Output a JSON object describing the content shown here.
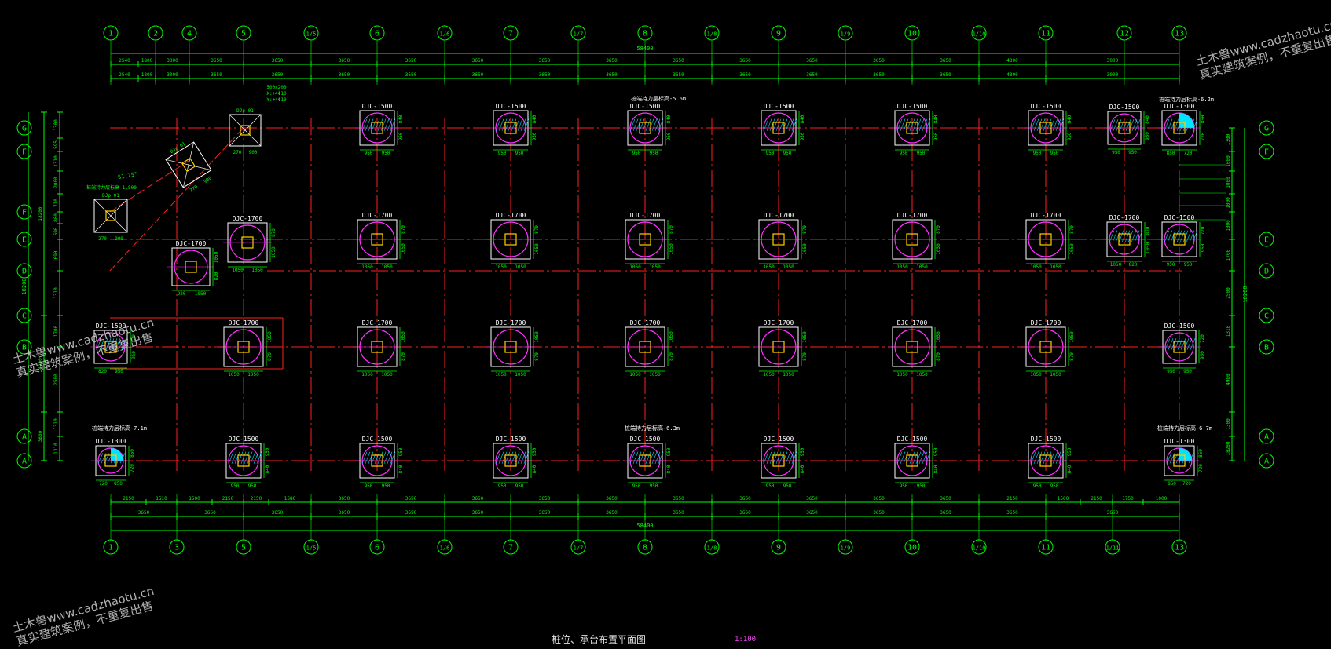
{
  "drawing": {
    "title": "桩位、承台布置平面图",
    "scale": "1:100",
    "total_width_label": "58400",
    "total_depth_label": "18200",
    "colors": {
      "grid": "#ff2020",
      "dim": "#00ff00",
      "pile": "#ff30ff",
      "cap": "#ffffff",
      "column": "#ffd000",
      "hatch": "#00e5ff",
      "text": "#ffffff"
    }
  },
  "watermarks": {
    "line1": "土木兽www.cadzhaotu.cn",
    "line2": "真实建筑案例，不重复出售"
  },
  "axes": {
    "top": [
      "1",
      "2",
      "4",
      "5",
      "1/5",
      "6",
      "1/6",
      "7",
      "1/7",
      "8",
      "1/8",
      "9",
      "1/9",
      "10",
      "1/10",
      "11",
      "12",
      "13"
    ],
    "bottom": [
      "1",
      "3",
      "5",
      "1/5",
      "6",
      "1/6",
      "7",
      "1/7",
      "8",
      "1/8",
      "9",
      "1/9",
      "10",
      "1/10",
      "11",
      "1/11",
      "13"
    ],
    "left_rows": [
      "G",
      "F",
      "F",
      "E",
      "D",
      "C",
      "B",
      "A",
      "A"
    ],
    "right_rows": [
      "G",
      "F",
      "E",
      "D",
      "C",
      "B",
      "A",
      "A"
    ]
  },
  "dims": {
    "top_row1": [
      "2540",
      "1800",
      "3000",
      "3650",
      "3650",
      "3650",
      "3650",
      "3650",
      "3650",
      "3650",
      "3650",
      "3650",
      "3650",
      "3650",
      "3650",
      "4300",
      "3000"
    ],
    "top_row2": [
      "2540",
      "1800",
      "3000",
      "3650",
      "3650",
      "3650",
      "3650",
      "3650",
      "3650",
      "3650",
      "3650",
      "3650",
      "3650",
      "3650",
      "3650",
      "4300",
      "3000"
    ],
    "bottom_row1": [
      "2150",
      "1510",
      "1500",
      "2150",
      "2150",
      "1580",
      "3650",
      "3650",
      "3650",
      "3650",
      "3650",
      "3650",
      "3650",
      "3650",
      "3650",
      "3650",
      "2150",
      "1500",
      "2150",
      "1750",
      "1000"
    ],
    "bottom_row2": [
      "3650",
      "3650",
      "3650",
      "3650",
      "3650",
      "3650",
      "3650",
      "3650",
      "3650",
      "3650",
      "3650",
      "3650",
      "3650",
      "3650",
      "3650"
    ],
    "left_col1": [
      "1300",
      "595",
      "1310",
      "2000",
      "710",
      "800",
      "690",
      "690",
      "1310",
      "1700",
      "2500",
      "1310",
      "1310",
      "1300"
    ],
    "left_col2": [
      "18200",
      "4900",
      "3800"
    ],
    "right_col": [
      "1300",
      "1000",
      "1000",
      "1000",
      "1000",
      "1700",
      "2500",
      "1310",
      "4900",
      "1300",
      "18200"
    ]
  },
  "caps": {
    "row_g": [
      {
        "label": "DJC-1500",
        "d1": "950",
        "d2": "950",
        "s1": "840",
        "s2": "950"
      },
      {
        "label": "DJC-1500",
        "d1": "950",
        "d2": "950",
        "s1": "840",
        "s2": "950"
      },
      {
        "label": "DJC-1500",
        "d1": "950",
        "d2": "950",
        "s1": "840",
        "s2": "950"
      },
      {
        "label": "DJC-1500",
        "d1": "950",
        "d2": "950",
        "s1": "840",
        "s2": "950"
      },
      {
        "label": "DJC-1500",
        "d1": "950",
        "d2": "950",
        "s1": "840",
        "s2": "950"
      },
      {
        "label": "DJC-1500",
        "d1": "950",
        "d2": "950",
        "s1": "840",
        "s2": "950"
      },
      {
        "label": "DJC-1500",
        "d1": "950",
        "d2": "950",
        "s1": "840",
        "s2": "950"
      },
      {
        "label": "DJC-1300",
        "d1": "850",
        "d2": "720",
        "s1": "850",
        "s2": "720"
      }
    ],
    "row_e": [
      {
        "label": "DJC-1700",
        "d1": "1050",
        "d2": "1050",
        "s1": "870",
        "s2": "1050"
      },
      {
        "label": "DJC-1700",
        "d1": "1050",
        "d2": "1050",
        "s1": "870",
        "s2": "1050"
      },
      {
        "label": "DJC-1700",
        "d1": "1050",
        "d2": "1050",
        "s1": "870",
        "s2": "1050"
      },
      {
        "label": "DJC-1700",
        "d1": "1050",
        "d2": "1050",
        "s1": "870",
        "s2": "1050"
      },
      {
        "label": "DJC-1700",
        "d1": "1050",
        "d2": "1050",
        "s1": "870",
        "s2": "1050"
      },
      {
        "label": "DJC-1700",
        "d1": "1050",
        "d2": "1050",
        "s1": "870",
        "s2": "1050"
      },
      {
        "label": "DJC-1700",
        "d1": "1050",
        "d2": "820",
        "s1": "870",
        "s2": "1050"
      },
      {
        "label": "DJC-1500",
        "d1": "950",
        "d2": "950",
        "s1": "720",
        "s2": "950"
      },
      {
        "label": "DJC-1500",
        "d1": "950",
        "d2": "820",
        "s1": "720",
        "s2": "950"
      }
    ],
    "row_b": [
      {
        "label": "DJC-1500",
        "d1": "820",
        "d2": "950",
        "s1": "720",
        "s2": "950"
      },
      {
        "label": "DJC-1700",
        "d1": "1050",
        "d2": "1050",
        "s1": "1050",
        "s2": "870"
      },
      {
        "label": "DJC-1700",
        "d1": "1050",
        "d2": "1050",
        "s1": "1050",
        "s2": "870"
      },
      {
        "label": "DJC-1700",
        "d1": "1050",
        "d2": "1050",
        "s1": "1050",
        "s2": "870"
      },
      {
        "label": "DJC-1700",
        "d1": "1050",
        "d2": "1050",
        "s1": "1050",
        "s2": "870"
      },
      {
        "label": "DJC-1700",
        "d1": "1050",
        "d2": "1050",
        "s1": "1050",
        "s2": "870"
      },
      {
        "label": "DJC-1700",
        "d1": "1050",
        "d2": "1050",
        "s1": "1050",
        "s2": "870"
      },
      {
        "label": "DJC-1700",
        "d1": "1050",
        "d2": "1050",
        "s1": "1050",
        "s2": "870"
      },
      {
        "label": "DJC-1500",
        "d1": "950",
        "d2": "950",
        "s1": "720",
        "s2": "950"
      }
    ],
    "row_a": [
      {
        "label": "DJC-1300",
        "d1": "720",
        "d2": "850",
        "s1": "850",
        "s2": "720"
      },
      {
        "label": "DJC-1500",
        "d1": "950",
        "d2": "950",
        "s1": "950",
        "s2": "840"
      },
      {
        "label": "DJC-1500",
        "d1": "950",
        "d2": "950",
        "s1": "950",
        "s2": "840"
      },
      {
        "label": "DJC-1500",
        "d1": "950",
        "d2": "950",
        "s1": "950",
        "s2": "840"
      },
      {
        "label": "DJC-1500",
        "d1": "950",
        "d2": "950",
        "s1": "950",
        "s2": "840"
      },
      {
        "label": "DJC-1500",
        "d1": "950",
        "d2": "950",
        "s1": "950",
        "s2": "840"
      },
      {
        "label": "DJC-1500",
        "d1": "950",
        "d2": "950",
        "s1": "950",
        "s2": "840"
      },
      {
        "label": "DJC-1500",
        "d1": "950",
        "d2": "950",
        "s1": "950",
        "s2": "840"
      },
      {
        "label": "DJC-1300",
        "d1": "850",
        "d2": "720",
        "s1": "850",
        "s2": "720"
      }
    ],
    "special": [
      {
        "label": "DJC-1700",
        "d1": "920",
        "d2": "1050",
        "s1": "1050",
        "s2": "820"
      },
      {
        "label": "DJC-1700",
        "d1": "1050",
        "d2": "1050",
        "s1": "870",
        "s2": "1050"
      }
    ],
    "square_caps": [
      {
        "label": "DJp 01",
        "d1": "270",
        "d2": "900",
        "s1": "500",
        "s2": "900"
      },
      {
        "label": "DJp 01",
        "d1": "270",
        "d2": "900",
        "s1": "500",
        "s2": "900"
      },
      {
        "label": "DJp 01",
        "d1": "270",
        "d2": "900",
        "s1": "500",
        "s2": "900"
      }
    ]
  },
  "notes": {
    "n_g8": "桩端持力层标高-5.6m",
    "n_g13": "桩端持力层标高-6.2m",
    "n_a1": "桩端持力层标高-7.1m",
    "n_a8": "桩端持力层标高-6.3m",
    "n_a13": "桩端持力层标高-6.7m",
    "n_left": "桩端持力层标高-1.800",
    "n_sq": "500x200",
    "n_sq2": "X:+4Φ10",
    "n_sq3": "Y:+4Φ10",
    "angle": "51.75°"
  }
}
